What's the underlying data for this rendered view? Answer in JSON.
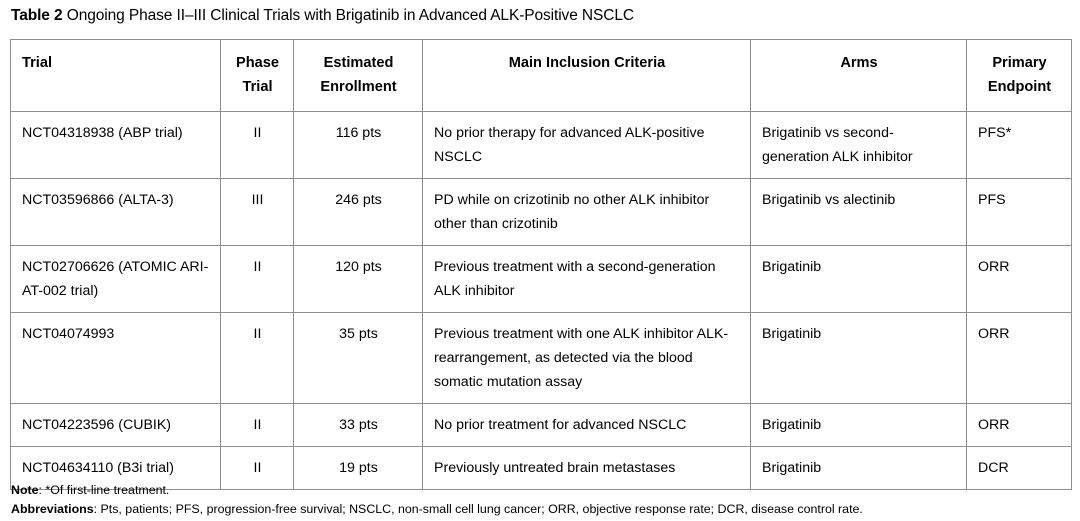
{
  "caption": {
    "label": "Table 2",
    "text": " Ongoing Phase II–III Clinical Trials with Brigatinib in Advanced ALK-Positive NSCLC"
  },
  "table": {
    "headers": [
      "Trial",
      "Phase Trial",
      "Estimated Enrollment",
      "Main Inclusion Criteria",
      "Arms",
      "Primary Endpoint"
    ],
    "headers_lines": {
      "trial": "Trial",
      "phase_l1": "Phase",
      "phase_l2": "Trial",
      "enroll_l1": "Estimated",
      "enroll_l2": "Enrollment",
      "criteria": "Main Inclusion Criteria",
      "arms": "Arms",
      "endpoint_l1": "Primary",
      "endpoint_l2": "Endpoint"
    },
    "rows": [
      {
        "trial": "NCT04318938 (ABP trial)",
        "phase": "II",
        "enrollment": "116 pts",
        "criteria": "No prior therapy for advanced ALK-positive NSCLC",
        "arms": "Brigatinib vs second-generation ALK inhibitor",
        "endpoint": "PFS*"
      },
      {
        "trial": "NCT03596866 (ALTA-3)",
        "phase": "III",
        "enrollment": "246 pts",
        "criteria": "PD while on crizotinib no other ALK inhibitor other than crizotinib",
        "arms": "Brigatinib vs alectinib",
        "endpoint": "PFS"
      },
      {
        "trial": "NCT02706626 (ATOMIC ARI-AT-002 trial)",
        "phase": "II",
        "enrollment": "120 pts",
        "criteria": "Previous treatment with a second-generation ALK inhibitor",
        "arms": "Brigatinib",
        "endpoint": "ORR"
      },
      {
        "trial": "NCT04074993",
        "phase": "II",
        "enrollment": "35 pts",
        "criteria": "Previous treatment with one ALK inhibitor ALK-rearrangement, as detected via the blood somatic mutation assay",
        "arms": "Brigatinib",
        "endpoint": "ORR"
      },
      {
        "trial": "NCT04223596 (CUBIK)",
        "phase": "II",
        "enrollment": "33 pts",
        "criteria": "No prior treatment for advanced NSCLC",
        "arms": "Brigatinib",
        "endpoint": "ORR"
      },
      {
        "trial": "NCT04634110 (B3i trial)",
        "phase": "II",
        "enrollment": "19 pts",
        "criteria": "Previously untreated brain metastases",
        "arms": "Brigatinib",
        "endpoint": "DCR"
      }
    ]
  },
  "footnotes": {
    "note_label": "Note",
    "note_text": ": *Of first-line treatment.",
    "abbrev_label": "Abbreviations",
    "abbrev_text": ": Pts, patients; PFS, progression-free survival; NSCLC, non-small cell lung cancer; ORR, objective response rate; DCR, disease control rate."
  },
  "colors": {
    "border": "#8e8e8e",
    "text": "#000000",
    "background": "#ffffff"
  }
}
